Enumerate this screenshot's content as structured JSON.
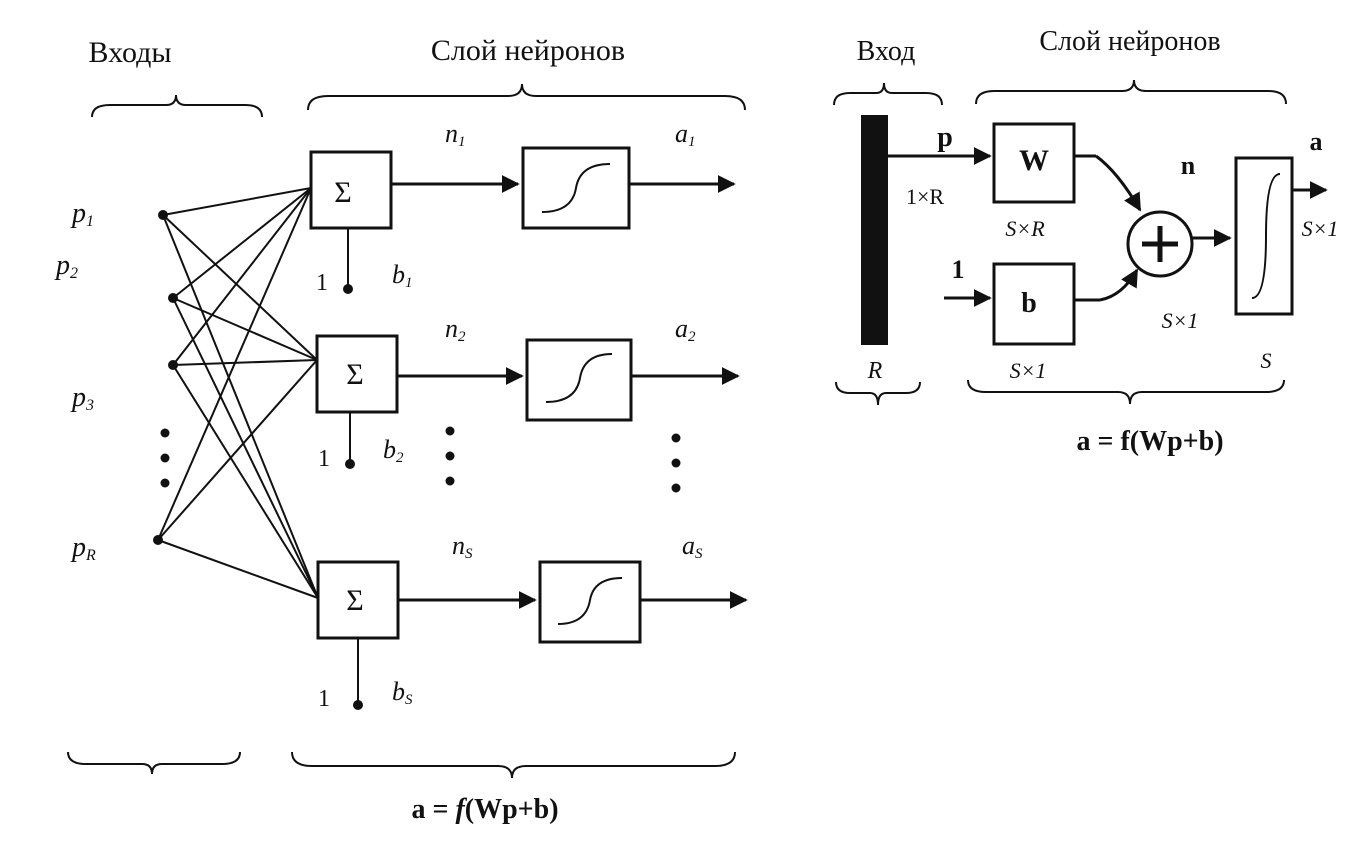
{
  "left": {
    "inputs_title": "Входы",
    "layer_title": "Слой нейронов",
    "inputs": [
      {
        "base": "p",
        "sub": "1"
      },
      {
        "base": "p",
        "sub": "2"
      },
      {
        "base": "p",
        "sub": "3"
      },
      {
        "base": "p",
        "sub": "R"
      }
    ],
    "sum_symbol": "Σ",
    "bias_one": "1",
    "neurons": [
      {
        "n": "n",
        "n_sub": "1",
        "a": "a",
        "a_sub": "1",
        "b": "b",
        "b_sub": "1"
      },
      {
        "n": "n",
        "n_sub": "2",
        "a": "a",
        "a_sub": "2",
        "b": "b",
        "b_sub": "2"
      },
      {
        "n": "n",
        "n_sub": "S",
        "a": "a",
        "a_sub": "S",
        "b": "b",
        "b_sub": "S"
      }
    ],
    "formula": {
      "pre": "a = ",
      "f": "f",
      "post": "(Wp+b)"
    }
  },
  "right": {
    "input_title": "Вход",
    "layer_title": "Слой нейронов",
    "p_label": "p",
    "p_dim": "1×R",
    "w_label": "W",
    "w_dim": "S×R",
    "b_label": "b",
    "b_dim": "S×1",
    "one_label": "1",
    "n_label": "n",
    "n_dim": "S×1",
    "a_label": "a",
    "a_dim": "S×1",
    "r_label": "R",
    "s_label": "S",
    "formula": "a = f(Wp+b)"
  }
}
